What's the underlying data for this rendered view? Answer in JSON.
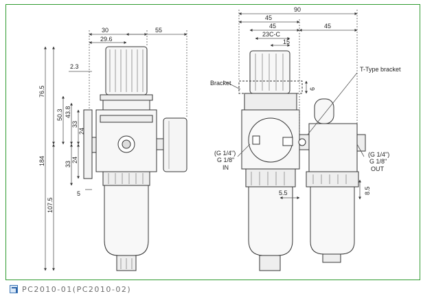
{
  "caption": {
    "icon": "external-link-icon",
    "text": "PC2010-01(PC2010-02)"
  },
  "dimensions_left": {
    "top_width_outer": "30",
    "top_width_inner": "29.6",
    "gauge_offset": "55",
    "offset_2_3": "2.3",
    "h_76_5": "76.5",
    "h_50_3": "50.3",
    "h_43_8": "43.8",
    "h_33_top": "33",
    "h_24_top": "24",
    "h_33_bottom": "33",
    "h_24_bottom": "24",
    "h_5": "5",
    "h_184": "184",
    "h_107_5": "107.5"
  },
  "dimensions_right": {
    "total_width": "90",
    "left_width": "45",
    "width_inner": "45",
    "right_width": "45",
    "bracket_code": "23C-C",
    "w_15": "15",
    "h_6": "6",
    "w_5_5": "5.5",
    "h_8_5": "8.5"
  },
  "labels": {
    "bracket": "Bracket",
    "t_bracket": "T-Type bracket",
    "in_port_1": "(G 1/4\")",
    "in_port_2": "G 1/8\"",
    "in_label": "IN",
    "out_port_1": "(G 1/4\")",
    "out_port_2": "G 1/8\"",
    "out_label": "OUT"
  },
  "colors": {
    "frame": "#2f9a2f",
    "line": "#333333",
    "body_fill": "#f2f2f2",
    "dim_line": "#555555"
  }
}
